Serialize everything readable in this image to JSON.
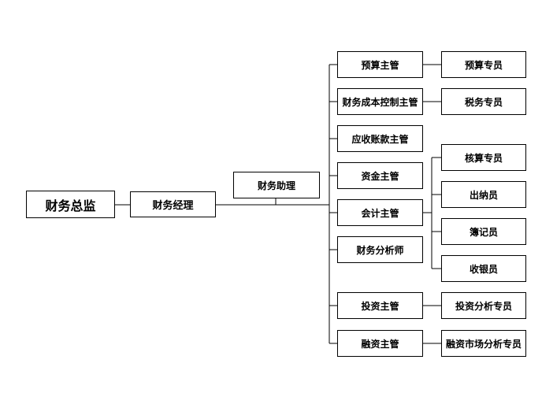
{
  "nodes": {
    "cfo": "财务总监",
    "fin_manager": "财务经理",
    "fin_assistant": "财务助理",
    "budget_supervisor": "预算主管",
    "budget_specialist": "预算专员",
    "cost_control_supervisor": "财务成本控制主管",
    "tax_specialist": "税务专员",
    "receivables_supervisor": "应收账款主管",
    "funds_supervisor": "资金主管",
    "accounting_supervisor": "会计主管",
    "audit_specialist": "核算专员",
    "cashier": "出纳员",
    "bookkeeper": "簿记员",
    "register_clerk": "收银员",
    "financial_analyst": "财务分析师",
    "investment_supervisor": "投资主管",
    "investment_analyst": "投资分析专员",
    "financing_supervisor": "融资主管",
    "financing_market_analyst": "融资市场分析专员"
  }
}
